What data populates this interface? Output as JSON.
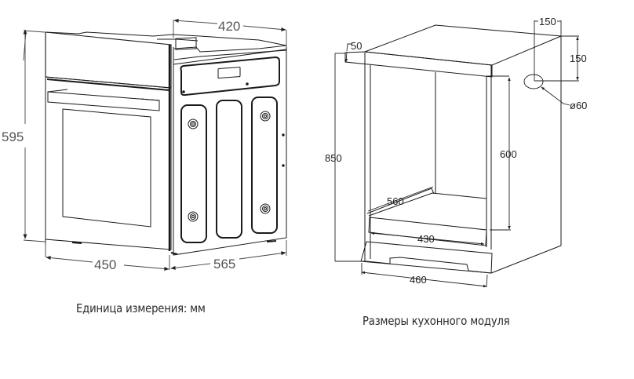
{
  "oven_view": {
    "dim_width_top": "420",
    "dim_height": "595",
    "dim_front_width": "450",
    "dim_depth": "565",
    "caption": "Единица измерения: мм"
  },
  "cabinet_view": {
    "dim_top_offset": "50",
    "dim_total_height": "850",
    "dim_opening_height": "600",
    "dim_shelf_depth": "560",
    "dim_inner_width": "430",
    "dim_outer_width": "460",
    "dim_vent_h_offset": "150",
    "dim_vent_v_offset": "150",
    "dim_vent_diameter": "ø60",
    "caption": "Размеры кухонного модуля"
  },
  "colors": {
    "line": "#1a1a1a",
    "dim_line": "#444444",
    "dim_text": "#555555",
    "caption_text": "#2a2a2a"
  }
}
